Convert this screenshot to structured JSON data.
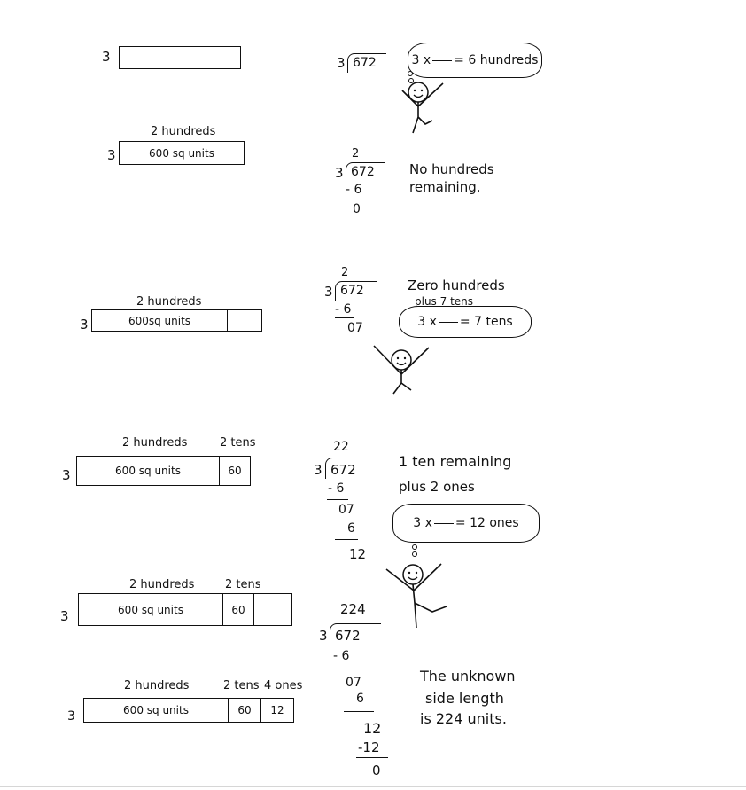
{
  "steps": [
    {
      "side": "3",
      "division": {
        "divisor": "3",
        "dividend": "672",
        "quotient": "",
        "work": []
      },
      "thought": {
        "pre": "3 x",
        "post": "= 6 hundreds"
      }
    },
    {
      "side": "3",
      "top_label": "2 hundreds",
      "area": "600 sq units",
      "division": {
        "divisor": "3",
        "dividend": "672",
        "quotient": "2",
        "work": [
          "- 6",
          "0"
        ]
      },
      "note": [
        "No hundreds",
        "remaining."
      ]
    },
    {
      "side": "3",
      "top_label": "2 hundreds",
      "area": "600sq units",
      "division": {
        "divisor": "3",
        "dividend": "672",
        "quotient": "2",
        "work": [
          "- 6",
          "07"
        ]
      },
      "note": [
        "Zero hundreds",
        "plus 7 tens"
      ],
      "thought": {
        "pre": "3 x",
        "post": "= 7 tens"
      }
    },
    {
      "side": "3",
      "top_label": "2 hundreds",
      "tens_label": "2 tens",
      "area": "600 sq units",
      "tens_area": "60",
      "division": {
        "divisor": "3",
        "dividend": "672",
        "quotient": "22",
        "work": [
          "- 6",
          "07",
          "6",
          "12"
        ]
      },
      "note": [
        "1 ten remaining",
        "plus 2 ones"
      ],
      "thought": {
        "pre": "3 x",
        "post": "= 12 ones"
      }
    },
    {
      "side": "3",
      "top_label": "2 hundreds",
      "tens_label": "2 tens",
      "area": "600 sq units",
      "tens_area": "60",
      "division": {
        "divisor": "3",
        "dividend": "672",
        "quotient": "224",
        "work": [
          "- 6",
          "07",
          "6",
          "12",
          "-12",
          "0"
        ]
      }
    },
    {
      "side": "3",
      "top_label": "2 hundreds",
      "tens_label": "2 tens",
      "ones_label": "4 ones",
      "area": "600 sq units",
      "tens_area": "60",
      "ones_area": "12",
      "note": [
        "The unknown",
        "side length",
        "is 224 units."
      ]
    }
  ]
}
